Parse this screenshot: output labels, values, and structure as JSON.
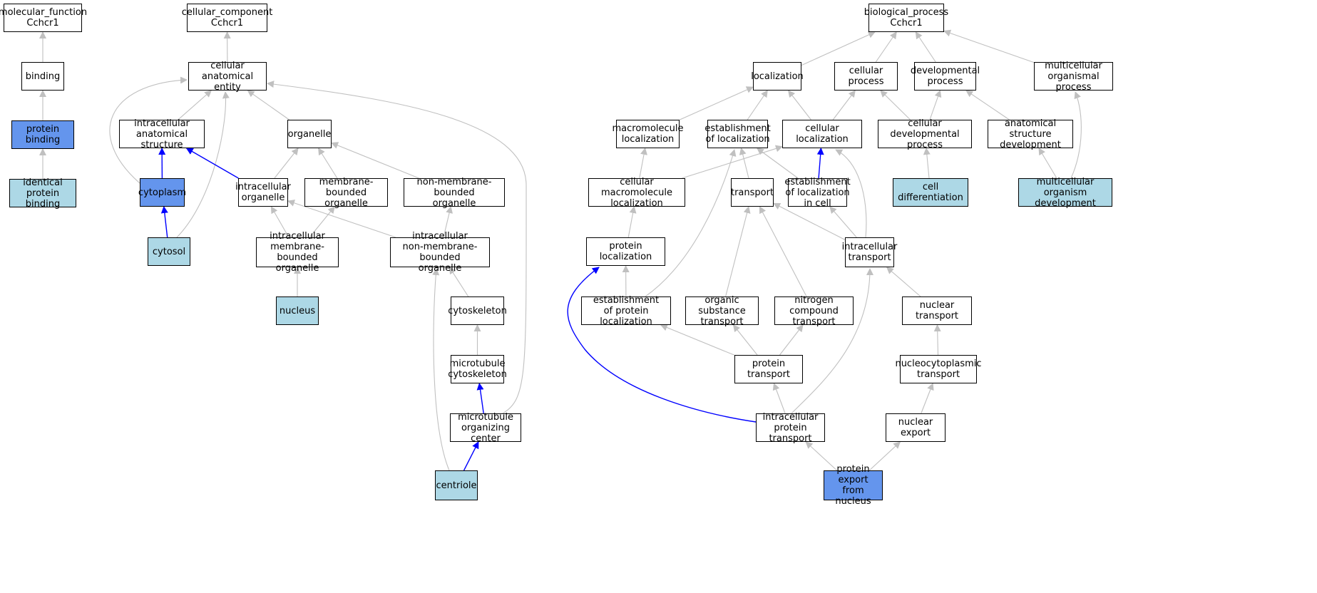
{
  "colors": {
    "edge_default": "#c0c0c0",
    "edge_highlight": "#0000ff",
    "node_default": "#ffffff",
    "node_annotated_light": "#add8e6",
    "node_annotated": "#6495ed"
  },
  "nodes": [
    {
      "id": "mf_root",
      "label": "molecular_function\nCchcr1",
      "fill": "default"
    },
    {
      "id": "binding",
      "label": "binding",
      "fill": "default"
    },
    {
      "id": "protein_binding",
      "label": "protein binding",
      "fill": "mid"
    },
    {
      "id": "identical_protein_binding",
      "label": "identical protein\nbinding",
      "fill": "light"
    },
    {
      "id": "cc_root",
      "label": "cellular_component\nCchcr1",
      "fill": "default"
    },
    {
      "id": "cellular_anatomical_entity",
      "label": "cellular anatomical\nentity",
      "fill": "default"
    },
    {
      "id": "intracellular_anatomical_structure",
      "label": "intracellular\nanatomical structure",
      "fill": "default"
    },
    {
      "id": "organelle",
      "label": "organelle",
      "fill": "default"
    },
    {
      "id": "cytoplasm",
      "label": "cytoplasm",
      "fill": "mid"
    },
    {
      "id": "intracellular_organelle",
      "label": "intracellular\norganelle",
      "fill": "default"
    },
    {
      "id": "membrane_bounded_organelle",
      "label": "membrane-bounded\norganelle",
      "fill": "default"
    },
    {
      "id": "non_membrane_bounded_organelle",
      "label": "non-membrane-bounded\norganelle",
      "fill": "default"
    },
    {
      "id": "cytosol",
      "label": "cytosol",
      "fill": "light"
    },
    {
      "id": "intracellular_membrane_bounded_organelle",
      "label": "intracellular\nmembrane-bounded\norganelle",
      "fill": "default"
    },
    {
      "id": "intracellular_non_membrane_bounded_organelle",
      "label": "intracellular\nnon-membrane-bounded\norganelle",
      "fill": "default"
    },
    {
      "id": "nucleus",
      "label": "nucleus",
      "fill": "light"
    },
    {
      "id": "cytoskeleton",
      "label": "cytoskeleton",
      "fill": "default"
    },
    {
      "id": "microtubule_cytoskeleton",
      "label": "microtubule\ncytoskeleton",
      "fill": "default"
    },
    {
      "id": "microtubule_organizing_center",
      "label": "microtubule\norganizing center",
      "fill": "default"
    },
    {
      "id": "centriole",
      "label": "centriole",
      "fill": "light"
    },
    {
      "id": "bp_root",
      "label": "biological_process\nCchcr1",
      "fill": "default"
    },
    {
      "id": "localization",
      "label": "localization",
      "fill": "default"
    },
    {
      "id": "cellular_process",
      "label": "cellular process",
      "fill": "default"
    },
    {
      "id": "developmental_process",
      "label": "developmental\nprocess",
      "fill": "default"
    },
    {
      "id": "multicellular_organismal_process",
      "label": "multicellular\norganismal process",
      "fill": "default"
    },
    {
      "id": "macromolecule_localization",
      "label": "macromolecule\nlocalization",
      "fill": "default"
    },
    {
      "id": "establishment_of_localization",
      "label": "establishment\nof localization",
      "fill": "default"
    },
    {
      "id": "cellular_localization",
      "label": "cellular localization",
      "fill": "default"
    },
    {
      "id": "cellular_developmental_process",
      "label": "cellular developmental\nprocess",
      "fill": "default"
    },
    {
      "id": "anatomical_structure_development",
      "label": "anatomical structure\ndevelopment",
      "fill": "default"
    },
    {
      "id": "cellular_macromolecule_localization",
      "label": "cellular macromolecule\nlocalization",
      "fill": "default"
    },
    {
      "id": "transport",
      "label": "transport",
      "fill": "default"
    },
    {
      "id": "establishment_of_localization_in_cell",
      "label": "establishment\nof localization\nin cell",
      "fill": "default"
    },
    {
      "id": "cell_differentiation",
      "label": "cell differentiation",
      "fill": "light"
    },
    {
      "id": "multicellular_organism_development",
      "label": "multicellular\norganism development",
      "fill": "light"
    },
    {
      "id": "protein_localization",
      "label": "protein localization",
      "fill": "default"
    },
    {
      "id": "intracellular_transport",
      "label": "intracellular\ntransport",
      "fill": "default"
    },
    {
      "id": "establishment_of_protein_localization",
      "label": "establishment\nof protein localization",
      "fill": "default"
    },
    {
      "id": "organic_substance_transport",
      "label": "organic substance\ntransport",
      "fill": "default"
    },
    {
      "id": "nitrogen_compound_transport",
      "label": "nitrogen compound\ntransport",
      "fill": "default"
    },
    {
      "id": "nuclear_transport",
      "label": "nuclear transport",
      "fill": "default"
    },
    {
      "id": "protein_transport",
      "label": "protein transport",
      "fill": "default"
    },
    {
      "id": "nucleocytoplasmic_transport",
      "label": "nucleocytoplasmic\ntransport",
      "fill": "default"
    },
    {
      "id": "intracellular_protein_transport",
      "label": "intracellular\nprotein transport",
      "fill": "default"
    },
    {
      "id": "nuclear_export",
      "label": "nuclear export",
      "fill": "default"
    },
    {
      "id": "protein_export_from_nucleus",
      "label": "protein export\nfrom nucleus",
      "fill": "mid"
    }
  ],
  "edges": [
    {
      "from": "binding",
      "to": "mf_root",
      "highlight": false
    },
    {
      "from": "protein_binding",
      "to": "binding",
      "highlight": false
    },
    {
      "from": "identical_protein_binding",
      "to": "protein_binding",
      "highlight": false
    },
    {
      "from": "cellular_anatomical_entity",
      "to": "cc_root",
      "highlight": false
    },
    {
      "from": "intracellular_anatomical_structure",
      "to": "cellular_anatomical_entity",
      "highlight": false
    },
    {
      "from": "organelle",
      "to": "cellular_anatomical_entity",
      "highlight": false
    },
    {
      "from": "cytoplasm",
      "to": "cellular_anatomical_entity",
      "highlight": false
    },
    {
      "from": "cytoplasm",
      "to": "intracellular_anatomical_structure",
      "highlight": true
    },
    {
      "from": "cytosol",
      "to": "cytoplasm",
      "highlight": true
    },
    {
      "from": "cytosol",
      "to": "cellular_anatomical_entity",
      "highlight": false
    },
    {
      "from": "intracellular_organelle",
      "to": "intracellular_anatomical_structure",
      "highlight": true
    },
    {
      "from": "intracellular_organelle",
      "to": "organelle",
      "highlight": false
    },
    {
      "from": "membrane_bounded_organelle",
      "to": "organelle",
      "highlight": false
    },
    {
      "from": "non_membrane_bounded_organelle",
      "to": "organelle",
      "highlight": false
    },
    {
      "from": "intracellular_membrane_bounded_organelle",
      "to": "intracellular_organelle",
      "highlight": false
    },
    {
      "from": "intracellular_membrane_bounded_organelle",
      "to": "membrane_bounded_organelle",
      "highlight": false
    },
    {
      "from": "intracellular_non_membrane_bounded_organelle",
      "to": "intracellular_organelle",
      "highlight": false
    },
    {
      "from": "intracellular_non_membrane_bounded_organelle",
      "to": "non_membrane_bounded_organelle",
      "highlight": false
    },
    {
      "from": "nucleus",
      "to": "intracellular_membrane_bounded_organelle",
      "highlight": false
    },
    {
      "from": "cytoskeleton",
      "to": "intracellular_non_membrane_bounded_organelle",
      "highlight": false
    },
    {
      "from": "microtubule_cytoskeleton",
      "to": "cytoskeleton",
      "highlight": false
    },
    {
      "from": "microtubule_organizing_center",
      "to": "microtubule_cytoskeleton",
      "highlight": true
    },
    {
      "from": "microtubule_organizing_center",
      "to": "cellular_anatomical_entity",
      "highlight": false
    },
    {
      "from": "centriole",
      "to": "microtubule_organizing_center",
      "highlight": true
    },
    {
      "from": "centriole",
      "to": "intracellular_non_membrane_bounded_organelle",
      "highlight": false
    },
    {
      "from": "localization",
      "to": "bp_root",
      "highlight": false
    },
    {
      "from": "cellular_process",
      "to": "bp_root",
      "highlight": false
    },
    {
      "from": "developmental_process",
      "to": "bp_root",
      "highlight": false
    },
    {
      "from": "multicellular_organismal_process",
      "to": "bp_root",
      "highlight": false
    },
    {
      "from": "macromolecule_localization",
      "to": "localization",
      "highlight": false
    },
    {
      "from": "establishment_of_localization",
      "to": "localization",
      "highlight": false
    },
    {
      "from": "cellular_localization",
      "to": "localization",
      "highlight": false
    },
    {
      "from": "cellular_localization",
      "to": "cellular_process",
      "highlight": false
    },
    {
      "from": "cellular_developmental_process",
      "to": "cellular_process",
      "highlight": false
    },
    {
      "from": "cellular_developmental_process",
      "to": "developmental_process",
      "highlight": false
    },
    {
      "from": "anatomical_structure_development",
      "to": "developmental_process",
      "highlight": false
    },
    {
      "from": "cellular_macromolecule_localization",
      "to": "macromolecule_localization",
      "highlight": false
    },
    {
      "from": "cellular_macromolecule_localization",
      "to": "cellular_localization",
      "highlight": false
    },
    {
      "from": "transport",
      "to": "establishment_of_localization",
      "highlight": false
    },
    {
      "from": "establishment_of_localization_in_cell",
      "to": "establishment_of_localization",
      "highlight": false
    },
    {
      "from": "establishment_of_localization_in_cell",
      "to": "cellular_localization",
      "highlight": true
    },
    {
      "from": "cell_differentiation",
      "to": "cellular_developmental_process",
      "highlight": false
    },
    {
      "from": "multicellular_organism_development",
      "to": "anatomical_structure_development",
      "highlight": false
    },
    {
      "from": "multicellular_organism_development",
      "to": "multicellular_organismal_process",
      "highlight": false
    },
    {
      "from": "protein_localization",
      "to": "cellular_macromolecule_localization",
      "highlight": false
    },
    {
      "from": "intracellular_transport",
      "to": "transport",
      "highlight": false
    },
    {
      "from": "intracellular_transport",
      "to": "establishment_of_localization_in_cell",
      "highlight": false
    },
    {
      "from": "intracellular_transport",
      "to": "cellular_localization",
      "highlight": false
    },
    {
      "from": "establishment_of_protein_localization",
      "to": "protein_localization",
      "highlight": false
    },
    {
      "from": "establishment_of_protein_localization",
      "to": "establishment_of_localization",
      "highlight": false
    },
    {
      "from": "organic_substance_transport",
      "to": "transport",
      "highlight": false
    },
    {
      "from": "nitrogen_compound_transport",
      "to": "transport",
      "highlight": false
    },
    {
      "from": "nuclear_transport",
      "to": "intracellular_transport",
      "highlight": false
    },
    {
      "from": "protein_transport",
      "to": "establishment_of_protein_localization",
      "highlight": false
    },
    {
      "from": "protein_transport",
      "to": "organic_substance_transport",
      "highlight": false
    },
    {
      "from": "protein_transport",
      "to": "nitrogen_compound_transport",
      "highlight": false
    },
    {
      "from": "nucleocytoplasmic_transport",
      "to": "nuclear_transport",
      "highlight": false
    },
    {
      "from": "intracellular_protein_transport",
      "to": "protein_transport",
      "highlight": false
    },
    {
      "from": "intracellular_protein_transport",
      "to": "intracellular_transport",
      "highlight": false
    },
    {
      "from": "intracellular_protein_transport",
      "to": "protein_localization",
      "highlight": true
    },
    {
      "from": "nuclear_export",
      "to": "nucleocytoplasmic_transport",
      "highlight": false
    },
    {
      "from": "protein_export_from_nucleus",
      "to": "intracellular_protein_transport",
      "highlight": false
    },
    {
      "from": "protein_export_from_nucleus",
      "to": "nuclear_export",
      "highlight": false
    }
  ]
}
